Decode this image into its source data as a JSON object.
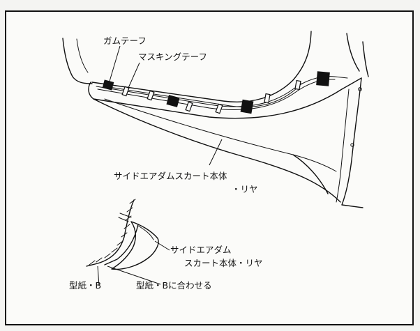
{
  "labels": {
    "gum_tape": "ガムテーフ",
    "masking_tape": "マスキングテーフ",
    "skirt_body_rear_line1": "サイドエアダムスカート本体",
    "skirt_body_rear_line2": "・リヤ",
    "detail_skirt_line1": "サイドエアダム",
    "detail_skirt_line2": "スカート本体・リヤ",
    "template_b": "型紙・B",
    "align_template_b": "型紙・Bに合わせる"
  },
  "colors": {
    "ink": "#111111",
    "paper": "#fbfbf9"
  }
}
